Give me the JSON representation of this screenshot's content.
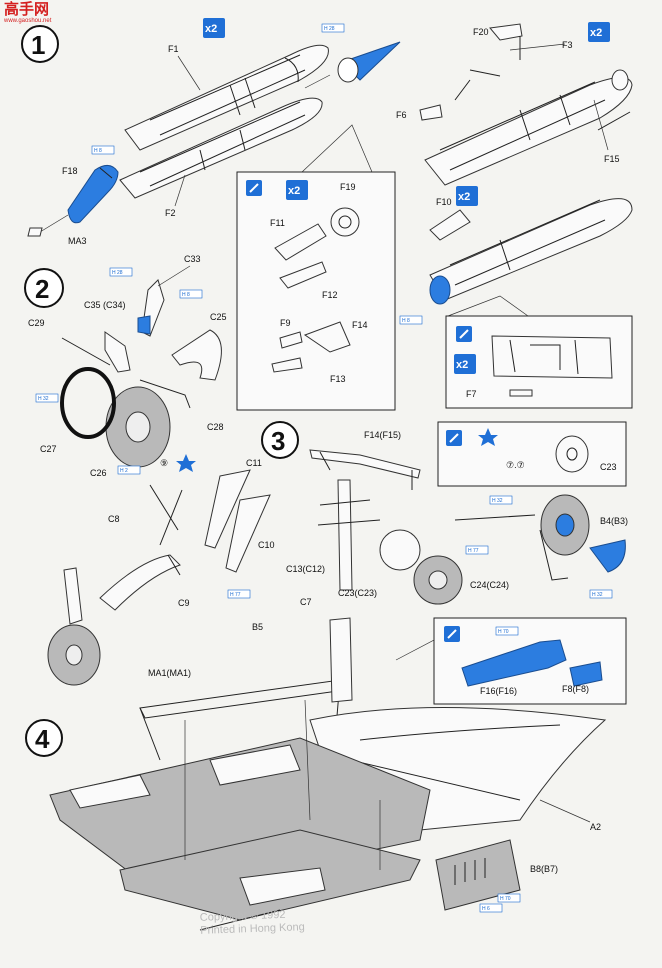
{
  "watermark": {
    "brand": "高手网",
    "url": "www.gaoshou.net"
  },
  "steps": [
    "1",
    "2",
    "3",
    "4"
  ],
  "multiplier": "x2",
  "copyright": [
    "Copyright © 1992",
    "Printed in Hong Kong"
  ],
  "part_labels": {
    "F1": "F1",
    "F2": "F2",
    "F3": "F3",
    "F6": "F6",
    "F7": "F7",
    "F8": "F8(F8)",
    "F9": "F9",
    "F10": "F10",
    "F11": "F11",
    "F12": "F12",
    "F13": "F13",
    "F14": "F14",
    "F14b": "F14(F15)",
    "F15": "F15",
    "F16": "F16(F16)",
    "F18": "F18",
    "F19": "F19",
    "F20": "F20",
    "MA3": "MA3",
    "MA1": "MA1(MA1)",
    "C7": "C7",
    "C8": "C8",
    "C9": "C9",
    "C10": "C10",
    "C11": "C11",
    "C13": "C13(C12)",
    "C23a": "C23(C23)",
    "C23b": "C23",
    "C24": "C24(C24)",
    "C25": "C25",
    "C26": "C26",
    "C27": "C27",
    "C28": "C28",
    "C29": "C29",
    "C33": "C33",
    "C35": "C35 (C34)",
    "B4": "B4(B3)",
    "B5": "B5",
    "B8": "B8(B7)",
    "A2": "A2"
  },
  "callouts": {
    "c9": "⑨",
    "c77": "⑦.⑦"
  },
  "paint_codes": {
    "h1": "H 28",
    "h2": "H 8",
    "h3": "H 8",
    "h4": "H 28",
    "h5": "H 8",
    "h6": "H 32",
    "h7": "H 2",
    "h8": "H 32",
    "h9": "H 77",
    "h10": "H 32",
    "h11": "H 77",
    "h12": "H 70",
    "h13": "H 6",
    "h14": "H 70"
  },
  "colors": {
    "paint_blue": "#2c7de0",
    "watermark_red": "#d42020",
    "primer_gray": "#b9b9b9"
  }
}
